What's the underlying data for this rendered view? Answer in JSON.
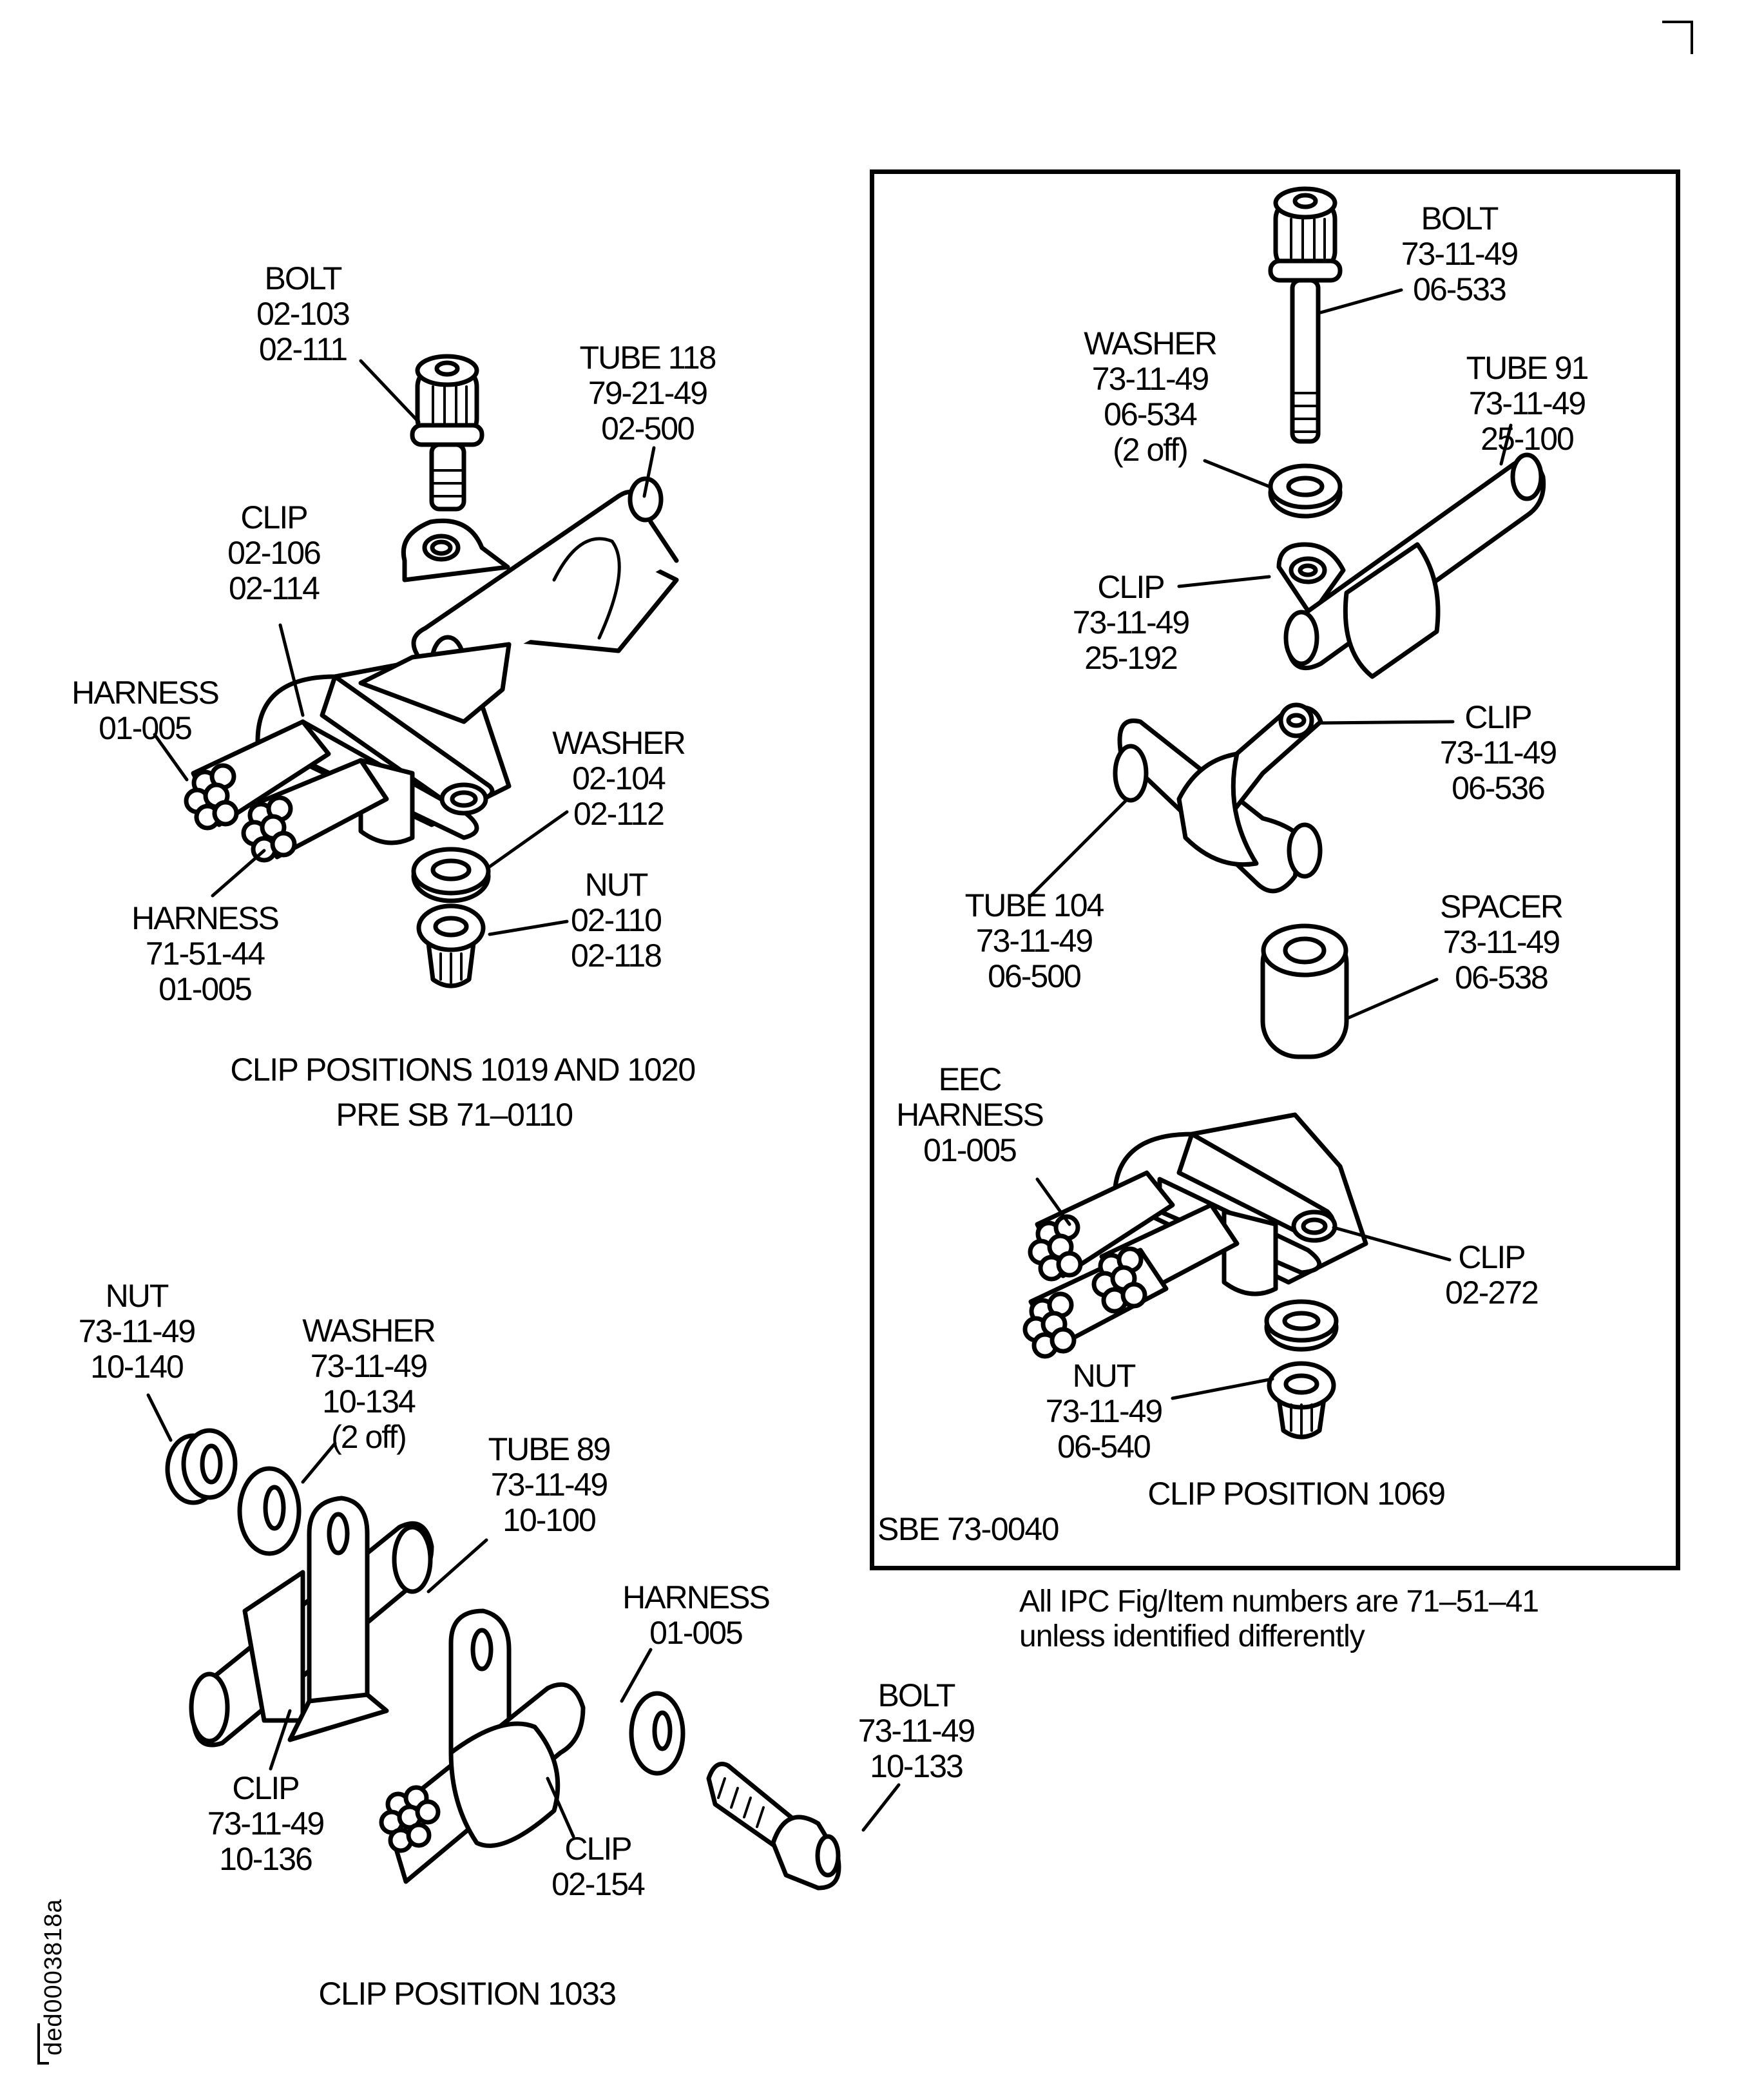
{
  "page": {
    "corner_mark": "crop-corner-mark",
    "document_id": "ded0003818a"
  },
  "groups": {
    "clip_1019_1020": {
      "caption": "CLIP POSITIONS 1019 AND 1020",
      "subcaption": "PRE SB 71–0110",
      "callouts": {
        "bolt": [
          "BOLT",
          "02-103",
          "02-111"
        ],
        "tube": [
          "TUBE 118",
          "79-21-49",
          "02-500"
        ],
        "clip": [
          "CLIP",
          "02-106",
          "02-114"
        ],
        "harness_a": [
          "HARNESS",
          "01-005"
        ],
        "washer": [
          "WASHER",
          "02-104",
          "02-112"
        ],
        "harness_b": [
          "HARNESS",
          "71-51-44",
          "01-005"
        ],
        "nut": [
          "NUT",
          "02-110",
          "02-118"
        ]
      }
    },
    "clip_1069": {
      "caption": "CLIP POSITION 1069",
      "sbe": "SBE 73-0040",
      "callouts": {
        "bolt": [
          "BOLT",
          "73-11-49",
          "06-533"
        ],
        "washer": [
          "WASHER",
          "73-11-49",
          "06-534",
          "(2 off)"
        ],
        "tube_91": [
          "TUBE 91",
          "73-11-49",
          "25-100"
        ],
        "clip_a": [
          "CLIP",
          "73-11-49",
          "25-192"
        ],
        "clip_b": [
          "CLIP",
          "73-11-49",
          "06-536"
        ],
        "tube_104": [
          "TUBE 104",
          "73-11-49",
          "06-500"
        ],
        "spacer": [
          "SPACER",
          "73-11-49",
          "06-538"
        ],
        "eec_harness": [
          "EEC",
          "HARNESS",
          "01-005"
        ],
        "clip_c": [
          "CLIP",
          "02-272"
        ],
        "nut": [
          "NUT",
          "73-11-49",
          "06-540"
        ]
      }
    },
    "clip_1033": {
      "caption": "CLIP POSITION 1033",
      "callouts": {
        "nut": [
          "NUT",
          "73-11-49",
          "10-140"
        ],
        "washer": [
          "WASHER",
          "73-11-49",
          "10-134",
          "(2 off)"
        ],
        "tube_89": [
          "TUBE 89",
          "73-11-49",
          "10-100"
        ],
        "harness": [
          "HARNESS",
          "01-005"
        ],
        "clip_a": [
          "CLIP",
          "73-11-49",
          "10-136"
        ],
        "clip_b": [
          "CLIP",
          "02-154"
        ],
        "bolt": [
          "BOLT",
          "73-11-49",
          "10-133"
        ]
      }
    }
  },
  "note": {
    "line1": "All IPC Fig/Item numbers are 71–51–41",
    "line2": "unless identified differently"
  }
}
